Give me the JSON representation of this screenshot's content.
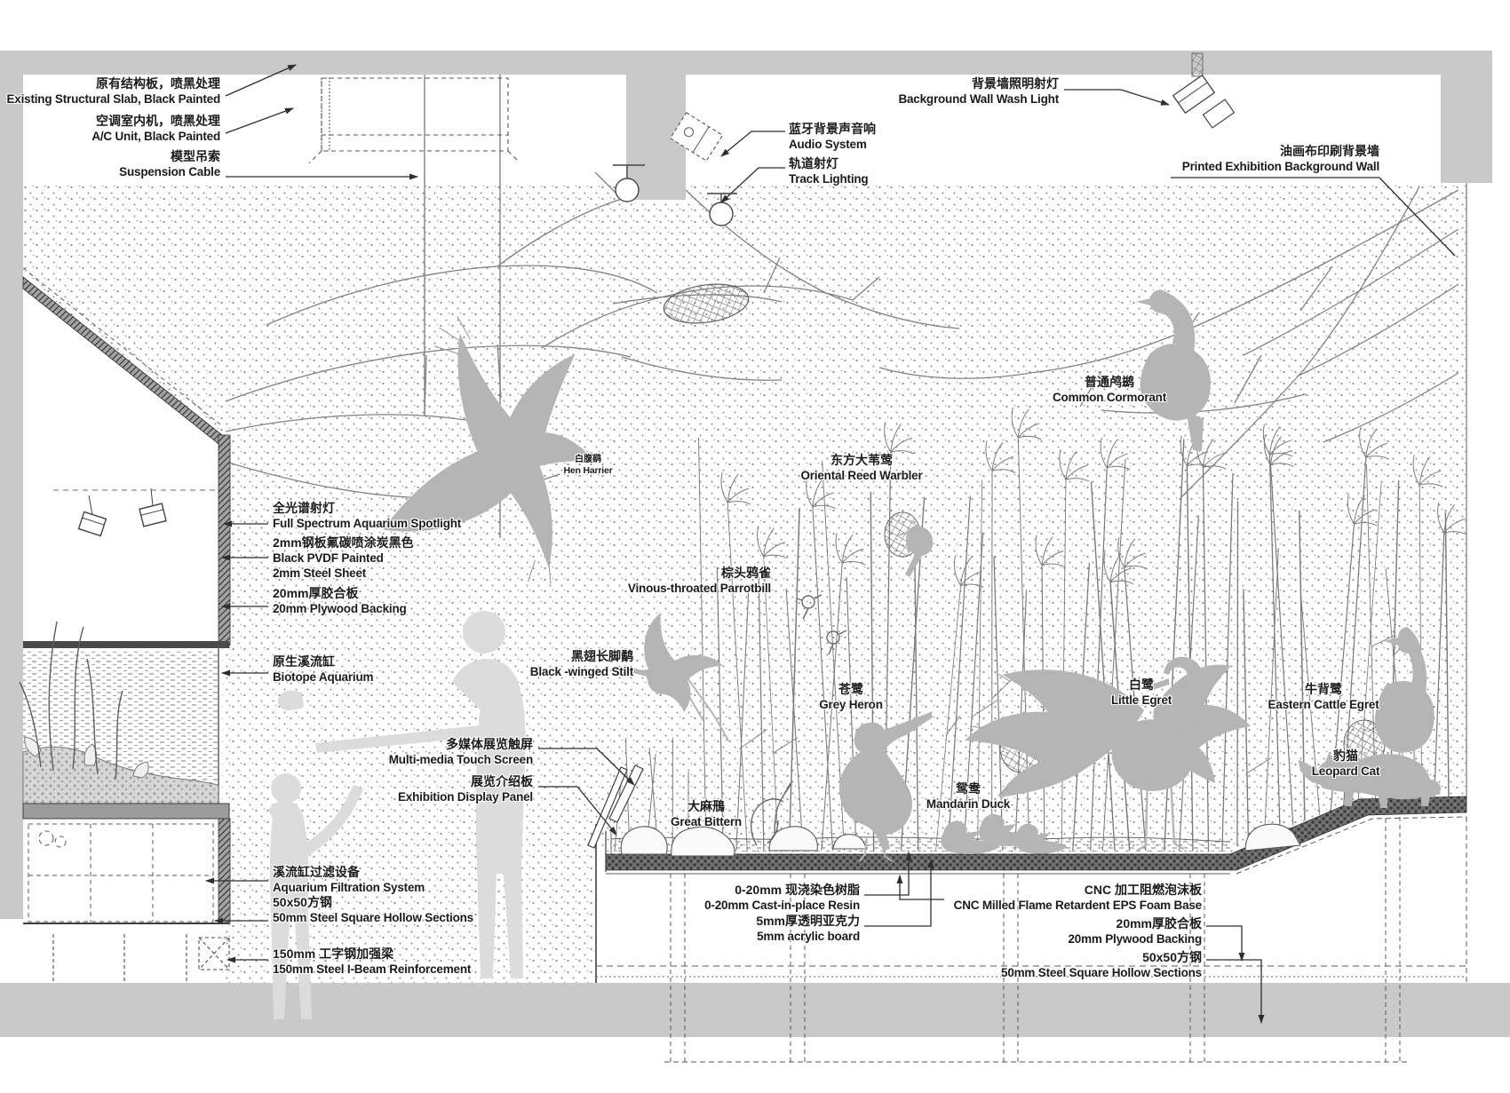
{
  "title": "Wetland biotope exhibition section detail drawing",
  "colors": {
    "structure_gray": "#c9c9c9",
    "silhouette_gray": "#b5b5b5",
    "visitor_gray": "#dcdcdc",
    "line_gray": "#828282",
    "ink": "#1b1b1b",
    "resin_dark": "#6f6f6f"
  },
  "annotations": {
    "construction": [
      {
        "id": "structural-slab",
        "zh": "原有结构板，喷黑处理",
        "en": "Existing Structural Slab, Black Painted"
      },
      {
        "id": "ac-unit",
        "zh": "空调室内机，喷黑处理",
        "en": "A/C Unit, Black Painted"
      },
      {
        "id": "suspension-cable",
        "zh": "模型吊索",
        "en": "Suspension Cable"
      },
      {
        "id": "wall-wash-light",
        "zh": "背景墙照明射灯",
        "en": "Background Wall Wash Light"
      },
      {
        "id": "audio-system",
        "zh": "蓝牙背景声音响",
        "en": "Audio System"
      },
      {
        "id": "track-lighting",
        "zh": "轨道射灯",
        "en": "Track Lighting"
      },
      {
        "id": "printed-wall",
        "zh": "油画布印刷背景墙",
        "en": "Printed Exhibition Background Wall"
      },
      {
        "id": "aquarium-spotlight",
        "zh": "全光谱射灯",
        "en": "Full Spectrum Aquarium Spotlight"
      },
      {
        "id": "steel-sheet",
        "zh": "2mm钢板氟碳喷涂炭黑色",
        "en": "Black PVDF Painted",
        "en2": "2mm Steel Sheet"
      },
      {
        "id": "plywood-left",
        "zh": "20mm厚胶合板",
        "en": "20mm Plywood Backing"
      },
      {
        "id": "biotope-aquarium",
        "zh": "原生溪流缸",
        "en": "Biotope Aquarium"
      },
      {
        "id": "touch-screen",
        "zh": "多媒体展览触屏",
        "en": "Multi-media Touch Screen"
      },
      {
        "id": "display-panel",
        "zh": "展览介绍板",
        "en": "Exhibition Display Panel"
      },
      {
        "id": "filtration",
        "zh": "溪流缸过滤设备",
        "en": "Aquarium Filtration System"
      },
      {
        "id": "square-steel-left",
        "zh": "50x50方钢",
        "en": "50mm Steel Square Hollow Sections"
      },
      {
        "id": "i-beam",
        "zh": "150mm 工字钢加强梁",
        "en": "150mm Steel I-Beam Reinforcement"
      },
      {
        "id": "resin",
        "zh": "0-20mm 现浇染色树脂",
        "en": "0-20mm Cast-in-place Resin"
      },
      {
        "id": "acrylic",
        "zh": "5mm厚透明亚克力",
        "en": "5mm acrylic board"
      },
      {
        "id": "eps-foam",
        "zh": "CNC 加工阻燃泡沫板",
        "en": "CNC Milled Flame Retardent EPS Foam Base"
      },
      {
        "id": "plywood-right",
        "zh": "20mm厚胶合板",
        "en": "20mm Plywood Backing"
      },
      {
        "id": "square-steel-right",
        "zh": "50x50方钢",
        "en": "50mm Steel Square Hollow Sections"
      }
    ],
    "species": [
      {
        "id": "hen-harrier",
        "zh": "白腹鹞",
        "en": "Hen Harrier"
      },
      {
        "id": "oriental-reed-warbler",
        "zh": "东方大苇莺",
        "en": "Oriental Reed Warbler"
      },
      {
        "id": "common-cormorant",
        "zh": "普通鸬鹚",
        "en": "Common Cormorant"
      },
      {
        "id": "vinous-throated-parrotbill",
        "zh": "棕头鸦雀",
        "en": "Vinous-throated Parrotbill"
      },
      {
        "id": "black-winged-stilt",
        "zh": "黑翅长脚鹬",
        "en": "Black -winged Stilt"
      },
      {
        "id": "grey-heron",
        "zh": "苍鹭",
        "en": "Grey Heron"
      },
      {
        "id": "little-egret",
        "zh": "白鹭",
        "en": "Little Egret"
      },
      {
        "id": "eastern-cattle-egret",
        "zh": "牛背鹭",
        "en": "Eastern Cattle Egret"
      },
      {
        "id": "leopard-cat",
        "zh": "豹猫",
        "en": "Leopard Cat"
      },
      {
        "id": "mandarin-duck",
        "zh": "鸳鸯",
        "en": "Mandarin Duck"
      },
      {
        "id": "great-bittern",
        "zh": "大麻鳽",
        "en": "Great Bittern"
      }
    ]
  }
}
